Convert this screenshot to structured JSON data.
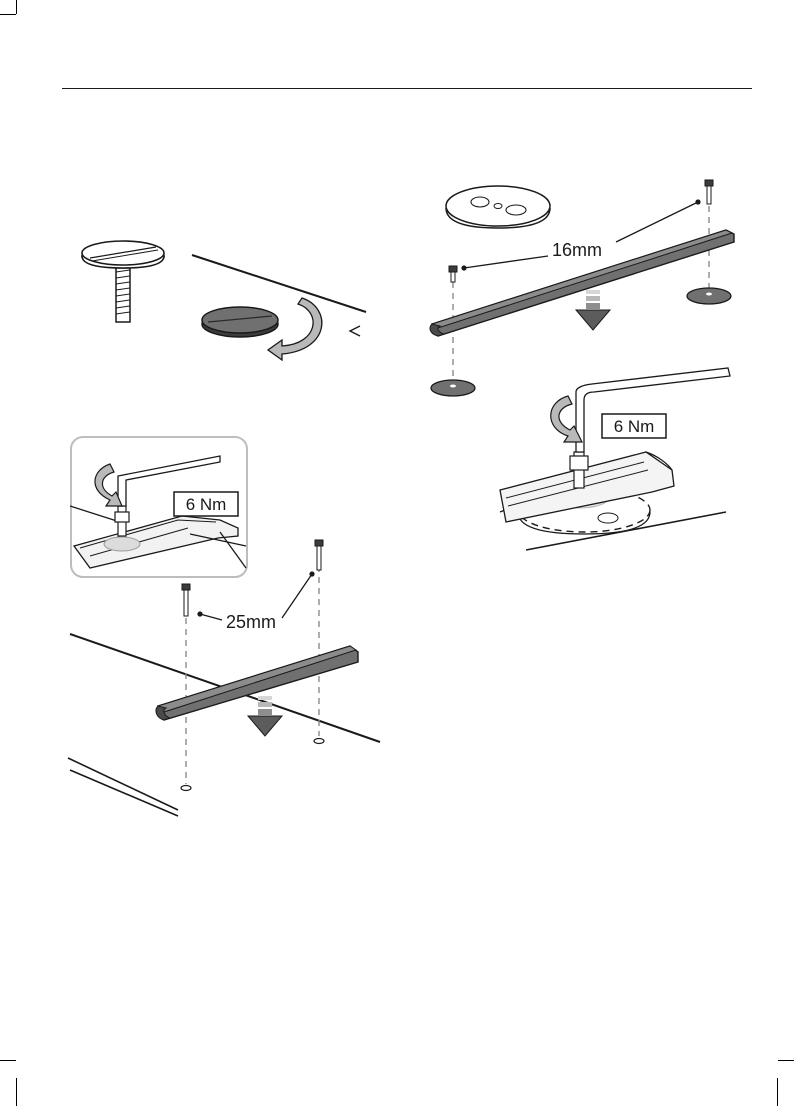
{
  "labels": {
    "bolt_length_short": "16mm",
    "bolt_length_long": "25mm",
    "torque_left": "6 Nm",
    "torque_right": "6 Nm"
  },
  "colors": {
    "rail": "#707070",
    "rail_dark": "#4a4a4a",
    "ink": "#1a1a1a",
    "arrow_grey": "#8a8a8a",
    "inset_border": "#bdbdbd"
  },
  "icons": [
    "rotate-arrow-icon",
    "down-arrow-icon",
    "hex-key-icon",
    "bolt-icon",
    "cap-icon"
  ]
}
